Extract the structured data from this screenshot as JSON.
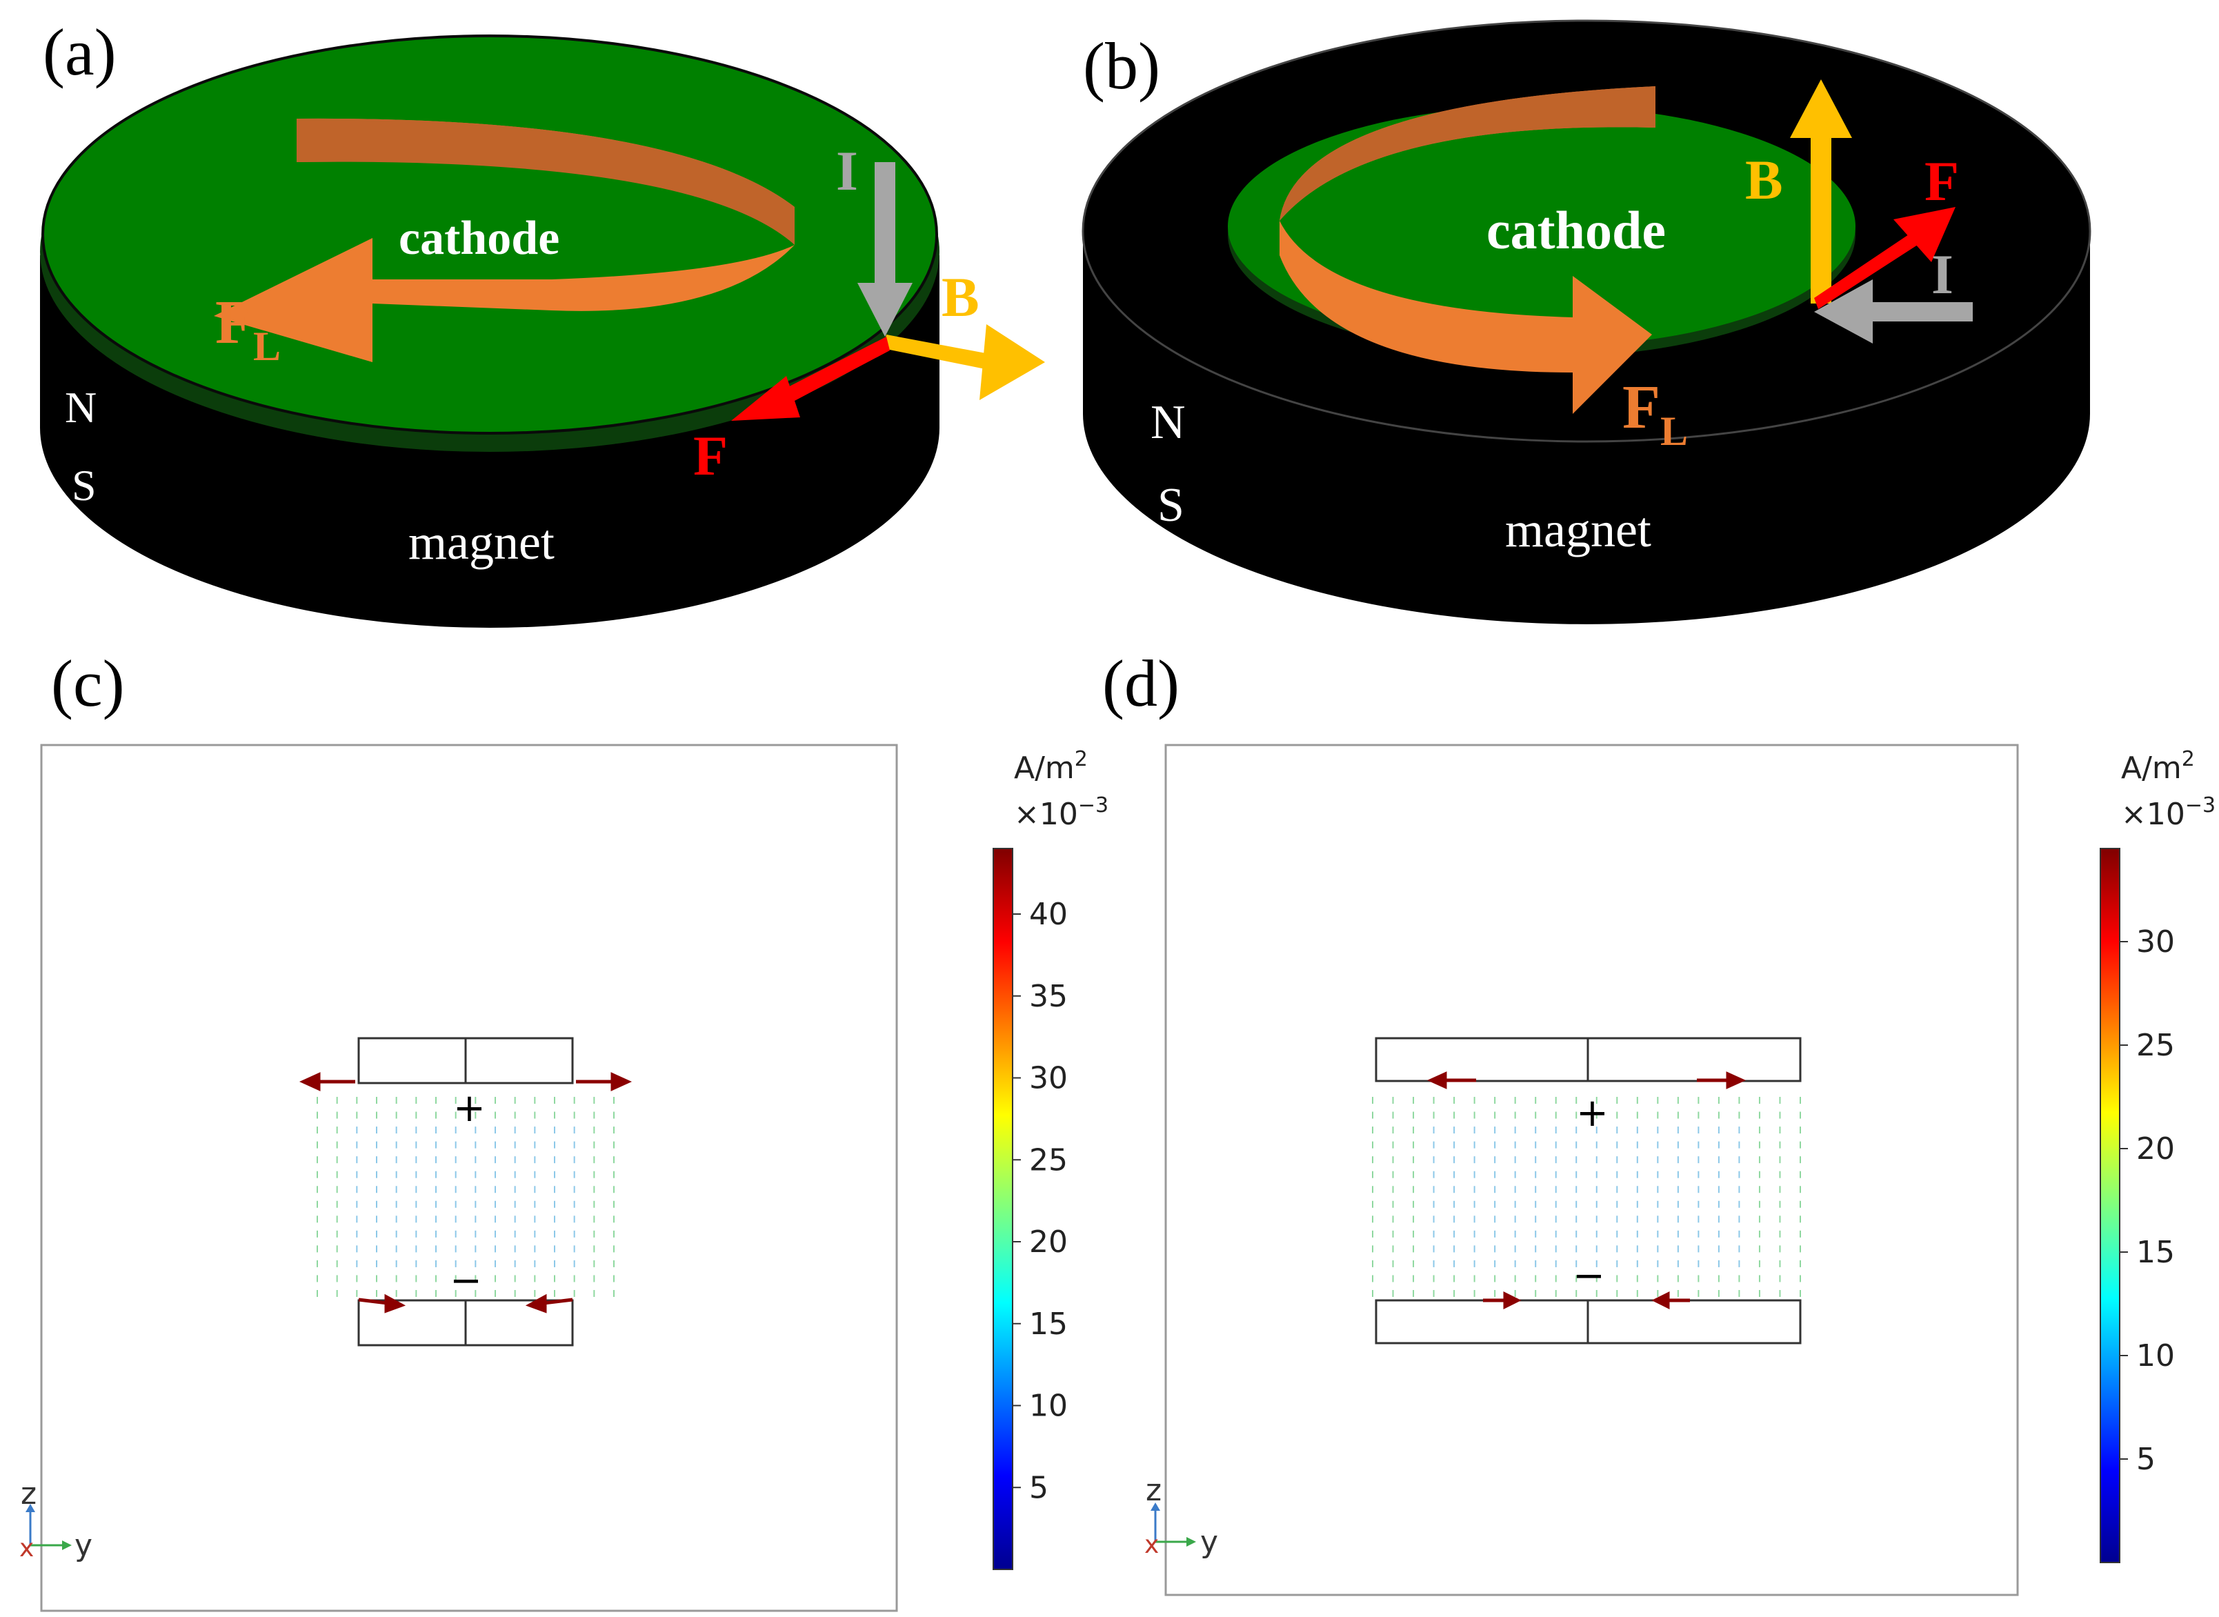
{
  "panels": {
    "a": {
      "label": "(a)",
      "cathode": "cathode",
      "magnet": "magnet",
      "pole_n": "N",
      "pole_s": "S",
      "arrow_current": "I",
      "arrow_field": "B",
      "arrow_force": "F",
      "lorentz_main": "F",
      "lorentz_sub": "L"
    },
    "b": {
      "label": "(b)",
      "cathode": "cathode",
      "magnet": "magnet",
      "pole_n": "N",
      "pole_s": "S",
      "arrow_current": "I",
      "arrow_field": "B",
      "arrow_force": "F",
      "lorentz_main": "F",
      "lorentz_sub": "L"
    },
    "c": {
      "label": "(c)",
      "unit_main": "A/m",
      "unit_exp": "2",
      "scale_main": "×10",
      "scale_exp": "−3",
      "ticks": [
        "5",
        "10",
        "15",
        "20",
        "25",
        "30",
        "35",
        "40"
      ],
      "plus": "+",
      "minus": "−",
      "axis_z": "z",
      "axis_y": "y",
      "axis_x": "x"
    },
    "d": {
      "label": "(d)",
      "unit_main": "A/m",
      "unit_exp": "2",
      "scale_main": "×10",
      "scale_exp": "−3",
      "ticks": [
        "5",
        "10",
        "15",
        "20",
        "25",
        "30"
      ],
      "plus": "+",
      "minus": "−",
      "axis_z": "z",
      "axis_y": "y",
      "axis_x": "x"
    }
  },
  "colors": {
    "cathode_green": "#008000",
    "magnet_black": "#000000",
    "lorentz_orange": "#ED7D31",
    "current_gray": "#A6A6A6",
    "field_yellow": "#FFC000",
    "force_red": "#FF0000"
  }
}
